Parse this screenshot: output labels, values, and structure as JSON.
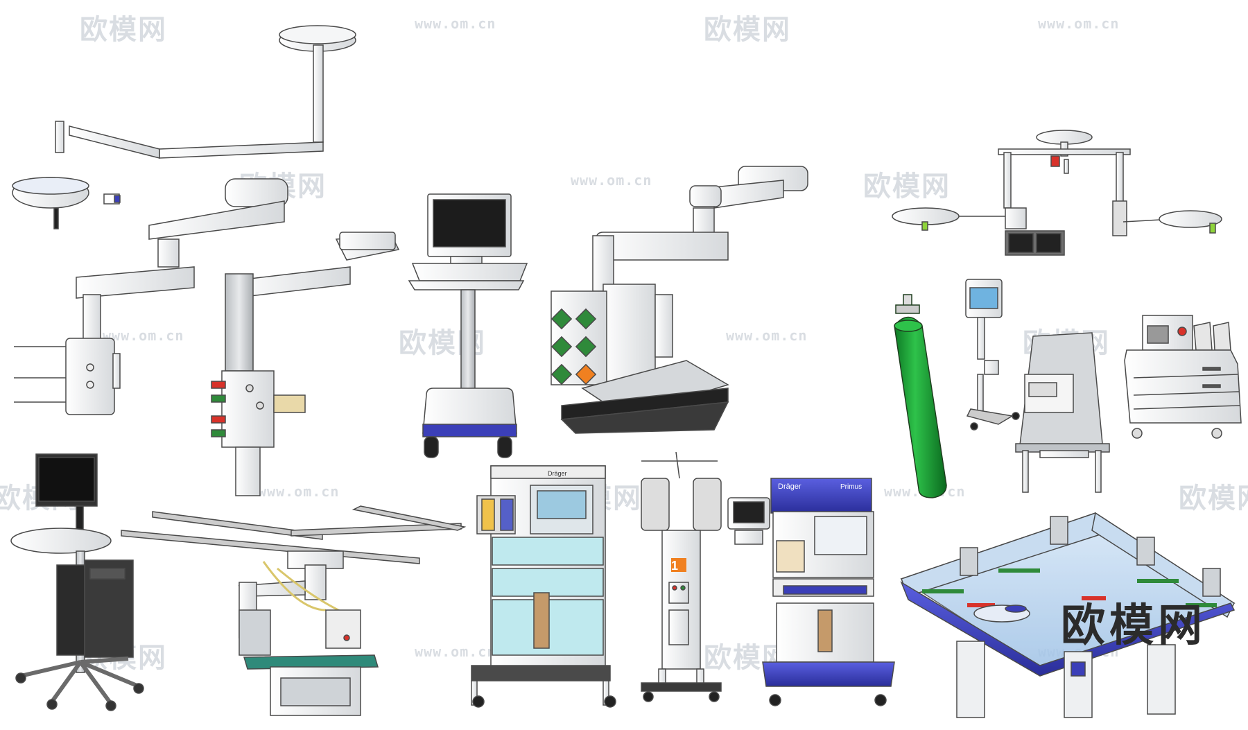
{
  "watermark": {
    "logo_text": "欧模网",
    "url_text": "www.om.cn"
  },
  "brand_mark": "欧模网",
  "device_labels": {
    "draeger_small": "Dräger",
    "draeger_large": "Dräger",
    "primus": "Primus",
    "bay_number": "1"
  },
  "colors": {
    "equipment_white": "#f3f4f5",
    "equipment_grey": "#cfd3d7",
    "outline": "#4a4a4a",
    "accent_blue": "#3b3fb8",
    "accent_green": "#2f8a3a",
    "cylinder_green": "#1fa23a",
    "teal_panel": "#bfe9ee",
    "orange_accent": "#f08020",
    "red_accent": "#d8322a",
    "glass_blue": "#bcd7f0",
    "watermark_grey": "#d9dde2"
  },
  "items": [
    "surgical-light-arm",
    "pendant-shelf-arm",
    "pendant-column",
    "monitor-cart",
    "anesthesia-pendant",
    "dual-surgical-light",
    "oxygen-cylinder",
    "patient-monitor-stand",
    "operating-table",
    "utility-cart",
    "workstation-computer",
    "xray-ceiling-system",
    "anesthesia-machine-draeger",
    "iv-pole-infusion",
    "anesthesia-machine-primus",
    "ceiling-bridge-pendant"
  ]
}
